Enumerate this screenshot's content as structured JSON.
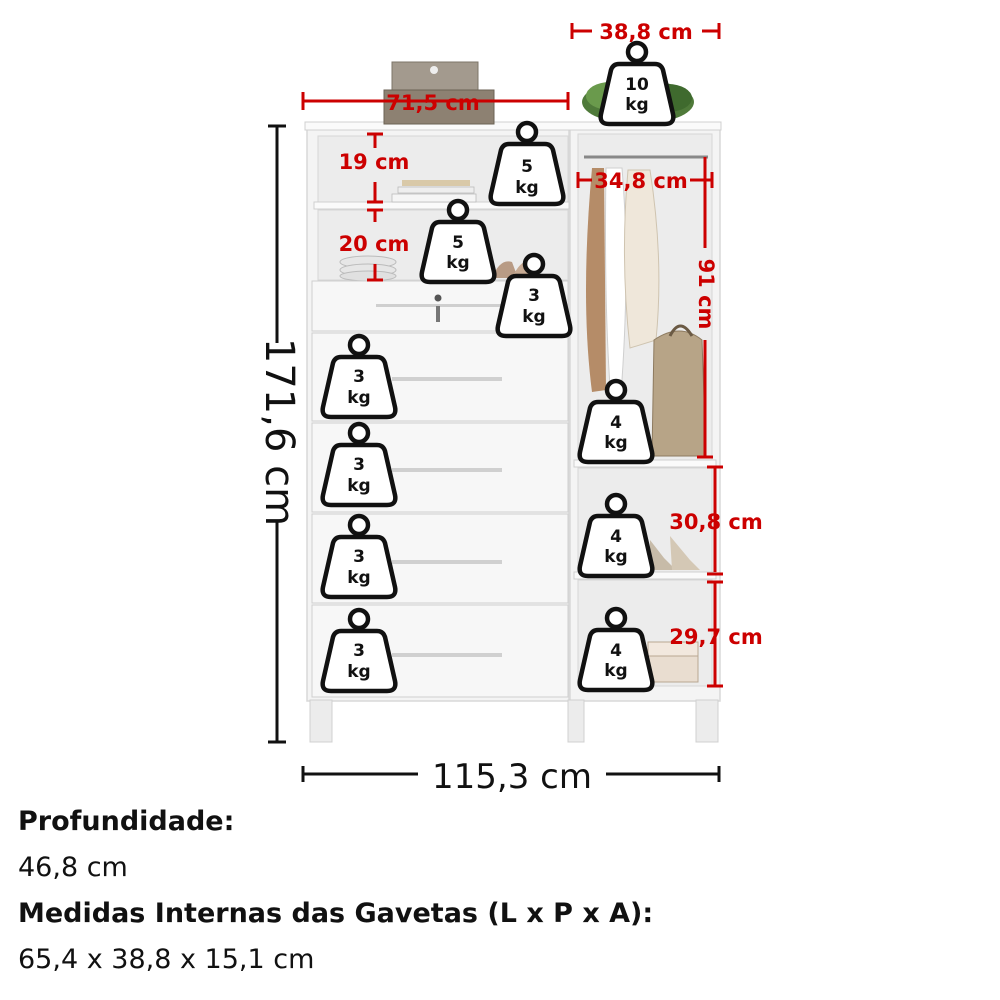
{
  "dimensions": {
    "total_height": "171,6 cm",
    "total_width": "115,3 cm",
    "top_width": "71,5 cm",
    "right_module_width": "38,8 cm",
    "hanging_width": "34,8 cm",
    "hanging_height": "91 cm",
    "niche1_height": "19 cm",
    "niche2_height": "20 cm",
    "shelf1_height": "30,8 cm",
    "shelf2_height": "29,7 cm"
  },
  "weights": {
    "top_right": {
      "value": "10",
      "unit": "kg"
    },
    "niche_top": {
      "value": "5",
      "unit": "kg"
    },
    "niche_mid": {
      "value": "5",
      "unit": "kg"
    },
    "small_drawer": {
      "value": "3",
      "unit": "kg"
    },
    "drawer1": {
      "value": "3",
      "unit": "kg"
    },
    "drawer2": {
      "value": "3",
      "unit": "kg"
    },
    "drawer3": {
      "value": "3",
      "unit": "kg"
    },
    "drawer4": {
      "value": "3",
      "unit": "kg"
    },
    "hanging_bar": {
      "value": "4",
      "unit": "kg"
    },
    "shelf1": {
      "value": "4",
      "unit": "kg"
    },
    "shelf2": {
      "value": "4",
      "unit": "kg"
    }
  },
  "info": {
    "depth_label": "Profundidade:",
    "depth_value": "46,8 cm",
    "drawer_label": "Medidas Internas das Gavetas (L x P x A):",
    "drawer_value": "65,4 x 38,8 x 15,1 cm"
  },
  "colors": {
    "dimension_red": "#cc0000",
    "furniture": "#f2f2f2",
    "outline": "#111111"
  }
}
